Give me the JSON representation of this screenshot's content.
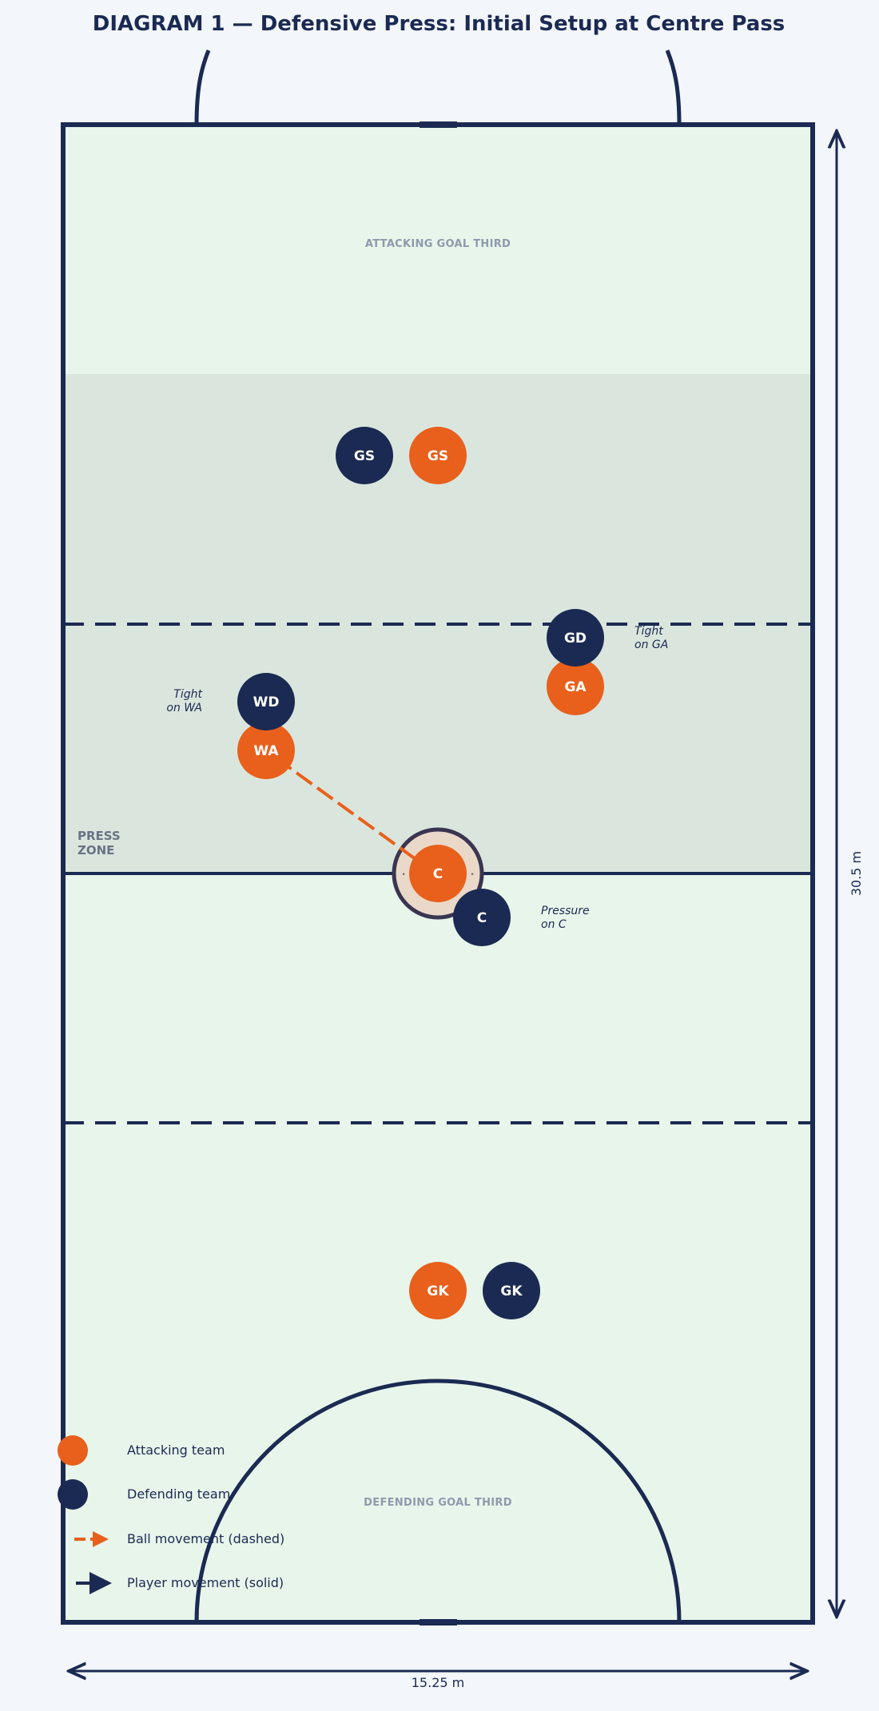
{
  "title": "DIAGRAM 1 — Defensive Press: Initial Setup at Centre Pass",
  "zones": {
    "attacking_third": "ATTACKING GOAL THIRD",
    "defending_third": "DEFENDING GOAL THIRD",
    "press_zone_line1": "PRESS",
    "press_zone_line2": "ZONE"
  },
  "colors": {
    "attacking": "#e8601c",
    "defending": "#1b2a52",
    "court_fill": "#e8f5ea",
    "press_zone_fill": "#dae6dd",
    "background": "#f3f6fb"
  },
  "players": {
    "att_gs": "GS",
    "def_gs": "GS",
    "def_gd": "GD",
    "att_ga": "GA",
    "def_wd": "WD",
    "att_wa": "WA",
    "att_c": "C",
    "def_c": "C",
    "att_gk": "GK",
    "def_gk": "GK"
  },
  "notes": {
    "tight_ga_1": "Tight",
    "tight_ga_2": "on GA",
    "tight_wa_1": "Tight",
    "tight_wa_2": "on WA",
    "pressure_c_1": "Pressure",
    "pressure_c_2": "on C"
  },
  "legend": {
    "attacking": "Attacking team",
    "defending": "Defending team",
    "ball": "Ball movement (dashed)",
    "player": "Player movement (solid)"
  },
  "dimensions": {
    "length": "30.5 m",
    "width": "15.25 m"
  }
}
